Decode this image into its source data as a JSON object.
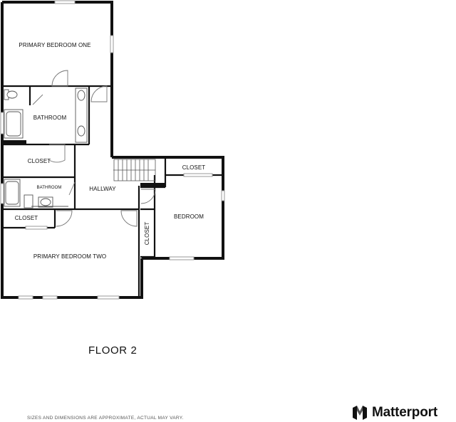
{
  "floor_label": "FLOOR 2",
  "disclaimer": "SIZES AND DIMENSIONS ARE APPROXIMATE, ACTUAL MAY VARY.",
  "brand": {
    "name": "Matterport",
    "logo_icon": "matterport-logo-icon"
  },
  "rooms": {
    "primary_bedroom_one": "PRIMARY BEDROOM ONE",
    "bathroom_upper": "BATHROOM",
    "closet_upper": "CLOSET",
    "bathroom_lower": "BATHROOM",
    "hallway": "HALLWAY",
    "closet_right": "CLOSET",
    "bedroom": "BEDROOM",
    "closet_left": "CLOSET",
    "closet_vertical": "CLOSET",
    "primary_bedroom_two": "PRIMARY BEDROOM TWO"
  },
  "colors": {
    "wall": "#111111",
    "fixture": "#666666",
    "window": "#bbbbbb"
  }
}
